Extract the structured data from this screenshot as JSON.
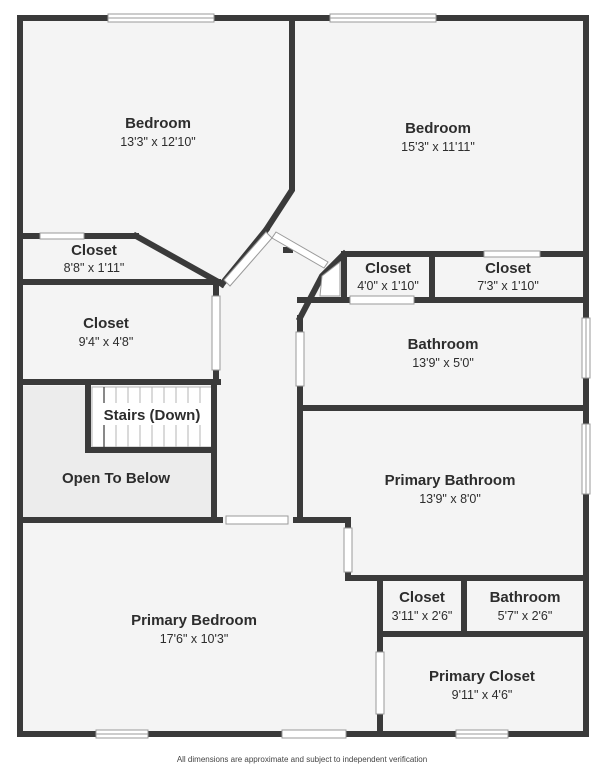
{
  "floorplan": {
    "rooms": {
      "bedroom_1": {
        "name": "Bedroom",
        "dims": "13'3\" x 12'10\""
      },
      "bedroom_2": {
        "name": "Bedroom",
        "dims": "15'3\" x 11'11\""
      },
      "closet_a": {
        "name": "Closet",
        "dims": "8'8\" x 1'11\""
      },
      "closet_b": {
        "name": "Closet",
        "dims": "4'0\" x 1'10\""
      },
      "closet_c": {
        "name": "Closet",
        "dims": "7'3\" x 1'10\""
      },
      "closet_d": {
        "name": "Closet",
        "dims": "9'4\" x 4'8\""
      },
      "bathroom_1": {
        "name": "Bathroom",
        "dims": "13'9\" x 5'0\""
      },
      "stairs": {
        "name": "Stairs (Down)"
      },
      "open_to_below": {
        "name": "Open To Below"
      },
      "primary_bathroom": {
        "name": "Primary Bathroom",
        "dims": "13'9\" x 8'0\""
      },
      "closet_e": {
        "name": "Closet",
        "dims": "3'11\" x 2'6\""
      },
      "bathroom_2": {
        "name": "Bathroom",
        "dims": "5'7\" x 2'6\""
      },
      "primary_bedroom": {
        "name": "Primary Bedroom",
        "dims": "17'6\" x 10'3\""
      },
      "primary_closet": {
        "name": "Primary Closet",
        "dims": "9'11\" x 4'6\""
      }
    },
    "disclaimer": "All dimensions are approximate and subject to independent verification"
  }
}
